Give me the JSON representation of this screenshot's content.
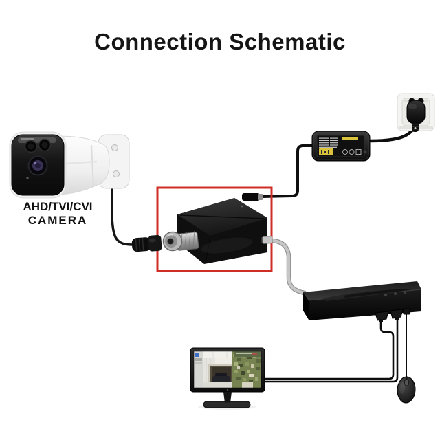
{
  "title": "Connection Schematic",
  "camera": {
    "label_line1": "AHD/TVI/CVI",
    "label_line2": "CAMERA"
  },
  "colors": {
    "background": "#ffffff",
    "highlight_box_red": "#cf2e26",
    "cable_black": "#111111",
    "cable_gray": "#c6c6c6",
    "adapter_label_yellow": "#d9c33c",
    "camera_body_white": "#f4f4f4",
    "device_black": "#101010"
  }
}
